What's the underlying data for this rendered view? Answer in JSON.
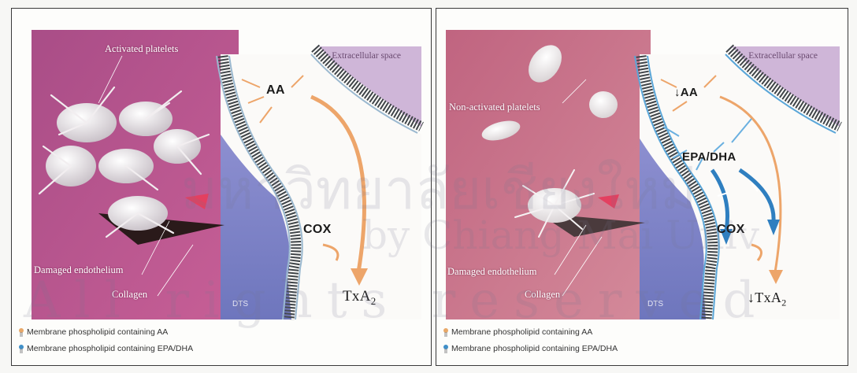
{
  "left_panel": {
    "labels": {
      "activated_platelets": "Activated platelets",
      "damaged_endothelium": "Damaged endothelium",
      "collagen": "Collagen",
      "extracellular_space": "Extracellular space",
      "dts": "DTS"
    },
    "molecules": {
      "aa": "AA",
      "cox": "COX",
      "txa2_main": "TxA",
      "txa2_sub": "2"
    },
    "legend": [
      {
        "text": "Membrane phospholipid containing AA",
        "color": "#e8a868"
      },
      {
        "text": "Membrane phospholipid containing EPA/DHA",
        "color": "#3f8fc8"
      }
    ]
  },
  "right_panel": {
    "labels": {
      "non_activated_platelets": "Non-activated platelets",
      "damaged_endothelium": "Damaged endothelium",
      "collagen": "Collagen",
      "extracellular_space": "Extracellular space",
      "dts": "DTS"
    },
    "molecules": {
      "aa": "↓AA",
      "epa_dha": "EPA/DHA",
      "cox": "COX",
      "txa2_main": "↓TxA",
      "txa2_sub": "2"
    },
    "legend": [
      {
        "text": "Membrane phospholipid containing AA",
        "color": "#e8a868"
      },
      {
        "text": "Membrane phospholipid containing EPA/DHA",
        "color": "#3f8fc8"
      }
    ]
  },
  "colors": {
    "tissue_magenta": "#b8508a",
    "tissue_pink": "#c9738c",
    "dts_blue": "#7b82c8",
    "extracellular_lilac": "#cdb3d6",
    "aa_arrow": "#eda56a",
    "epa_arrow": "#2f7fc0",
    "membrane_dark": "#3f4448"
  },
  "watermark": {
    "text_1": "มหาวิทยาลัยเชียงใหม่",
    "text_2": "by Chiang Mai Univ",
    "text_3": "All rights reserved"
  }
}
